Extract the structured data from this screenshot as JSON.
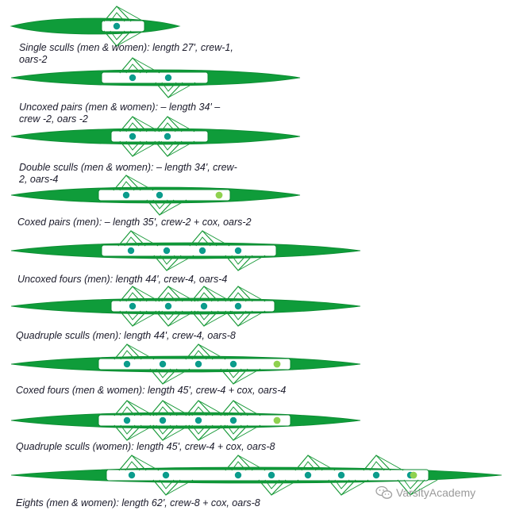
{
  "colors": {
    "hull": "#0f9c3a",
    "hull_edge": "#0b8a30",
    "rigger": "#1a9a3a",
    "rower": "#0b9c8c",
    "cox": "#8fd14f"
  },
  "boats": [
    {
      "caption_lines": [
        "Single sculls (men & women): length 27', crew-1,",
        "oars-2"
      ],
      "rowers": 1,
      "cox": false,
      "rigger": "scull"
    },
    {
      "caption_lines": [
        "Uncoxed pairs (men & women): – length 34' –",
        "crew -2, oars -2"
      ],
      "rowers": 2,
      "cox": false,
      "rigger": "sweep"
    },
    {
      "caption_lines": [
        "Double sculls (men & women): – length 34', crew-",
        "2, oars-4"
      ],
      "rowers": 2,
      "cox": false,
      "rigger": "scull"
    },
    {
      "caption_lines": [
        "Coxed pairs (men): – length 35', crew-2 + cox, oars-2"
      ],
      "rowers": 2,
      "cox": true,
      "rigger": "sweep"
    },
    {
      "caption_lines": [
        "Uncoxed fours (men): length 44', crew-4, oars-4"
      ],
      "rowers": 4,
      "cox": false,
      "rigger": "sweep"
    },
    {
      "caption_lines": [
        "Quadruple sculls (men): length 44', crew-4, oars-8"
      ],
      "rowers": 4,
      "cox": false,
      "rigger": "scull"
    },
    {
      "caption_lines": [
        "Coxed fours (men & women): length 45', crew-4 + cox, oars-4"
      ],
      "rowers": 4,
      "cox": true,
      "rigger": "sweep"
    },
    {
      "caption_lines": [
        "Quadruple sculls (women): length 45', crew-4 + cox, oars-8"
      ],
      "rowers": 4,
      "cox": true,
      "rigger": "scull"
    },
    {
      "caption_lines": [
        "Eights (men & women): length 62', crew-8 + cox, oars-8"
      ],
      "rowers": 8,
      "cox": true,
      "rigger": "sweep"
    }
  ],
  "watermark": {
    "text": "VarsityAcademy",
    "icon": "wechat-icon"
  }
}
